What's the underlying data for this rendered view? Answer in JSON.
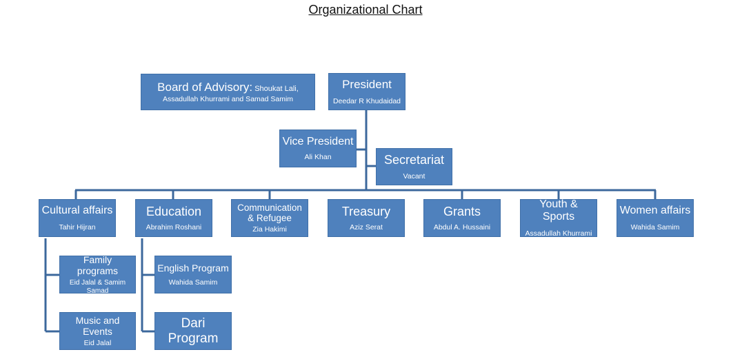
{
  "title": "Organizational Chart",
  "colors": {
    "box_fill": "#4f81bd",
    "box_text": "#ffffff",
    "connector": "#3c689c"
  },
  "board": {
    "title": "Board of Advisory",
    "separator": ":",
    "members_line1": " Shoukat Lali,",
    "members_line2": "Assadullah Khurrami and Samad Samim"
  },
  "president": {
    "title": "President",
    "name": "Deedar R Khudaidad"
  },
  "vice_president": {
    "title": "Vice President",
    "name": "Ali Khan"
  },
  "secretariat": {
    "title": "Secretariat",
    "name": "Vacant"
  },
  "departments": {
    "cultural": {
      "title": "Cultural affairs",
      "name": "Tahir Hijran"
    },
    "education": {
      "title": "Education",
      "name": "Abrahim Roshani"
    },
    "communication": {
      "title": "Communication & Refugee",
      "name": "Zia Hakimi"
    },
    "treasury": {
      "title": "Treasury",
      "name": "Aziz Serat"
    },
    "grants": {
      "title": "Grants",
      "name": "Abdul A. Hussaini"
    },
    "youth": {
      "title": "Youth & Sports",
      "name": "Assadullah Khurrami"
    },
    "women": {
      "title": "Women affairs",
      "name": "Wahida Samim"
    }
  },
  "sub_units": {
    "family_programs": {
      "title": "Family programs",
      "name": "Eid Jalal & Samim Samad"
    },
    "music_events": {
      "title": "Music and Events",
      "name": "Eid Jalal"
    },
    "english_program": {
      "title": "English Program",
      "name": "Wahida Samim"
    },
    "dari_program": {
      "title": "Dari Program"
    }
  }
}
